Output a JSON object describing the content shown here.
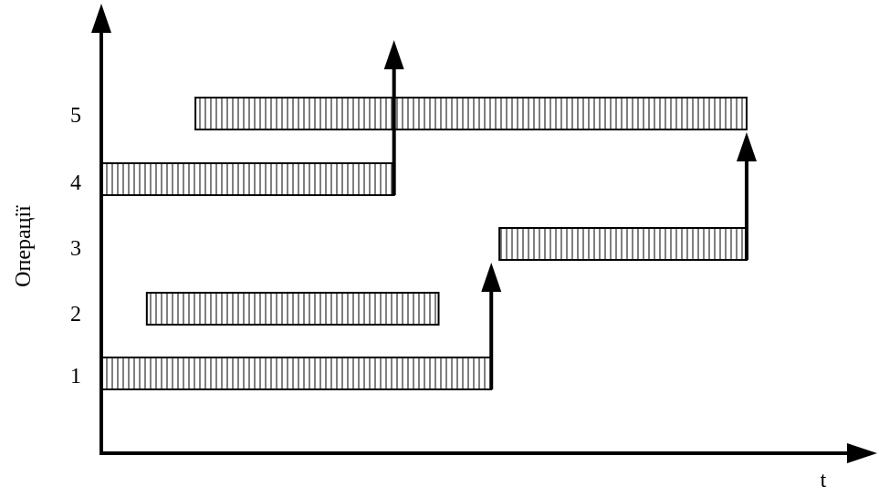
{
  "diagram": {
    "y_axis_label": "Операції",
    "x_axis_label": "t",
    "operation_numbers": [
      "5",
      "4",
      "3",
      "2",
      "1"
    ],
    "bars": [
      {
        "operation": "5",
        "start": 2.3,
        "end": 15.9
      },
      {
        "operation": "4",
        "start": 0.0,
        "end": 7.2
      },
      {
        "operation": "3",
        "start": 9.8,
        "end": 15.9
      },
      {
        "operation": "2",
        "start": 1.1,
        "end": 8.3
      },
      {
        "operation": "1",
        "start": 0.0,
        "end": 9.6
      }
    ],
    "transfers": [
      {
        "from_operation": "4",
        "to_operation": "5",
        "time": 7.2
      },
      {
        "from_operation": "1",
        "to_operation": "3",
        "time": 9.6
      },
      {
        "from_operation": "3",
        "to_operation": "5",
        "time": 15.9
      }
    ],
    "colors": {
      "ink": "#000000",
      "background": "#ffffff"
    }
  }
}
